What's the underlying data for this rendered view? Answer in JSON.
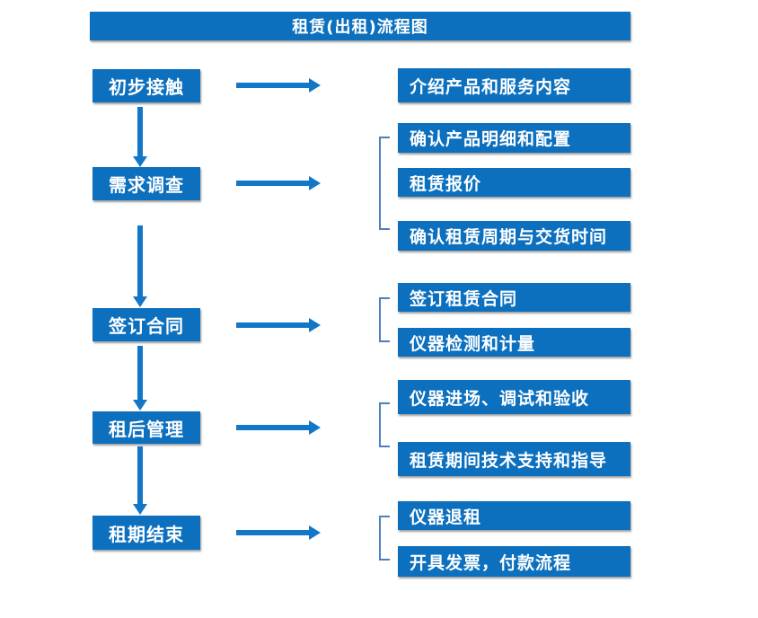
{
  "title": "租赁(出租)流程图",
  "colors": {
    "box_blue": "#0C70BE",
    "arrow_blue": "#1377C8",
    "bracket_blue": "#4D80BD",
    "background": "#FFFFFF",
    "text": "#FFFFFF"
  },
  "flow": {
    "steps": [
      {
        "label": "初步接触",
        "details": [
          "介绍产品和服务内容"
        ]
      },
      {
        "label": "需求调查",
        "details": [
          "确认产品明细和配置",
          "租赁报价",
          "确认租赁周期与交货时间"
        ]
      },
      {
        "label": "签订合同",
        "details": [
          "签订租赁合同",
          "仪器检测和计量"
        ]
      },
      {
        "label": "租后管理",
        "details": [
          "仪器进场、调试和验收",
          "租赁期间技术支持和指导"
        ]
      },
      {
        "label": "租期结束",
        "details": [
          "仪器退租",
          "开具发票，付款流程"
        ]
      }
    ]
  }
}
